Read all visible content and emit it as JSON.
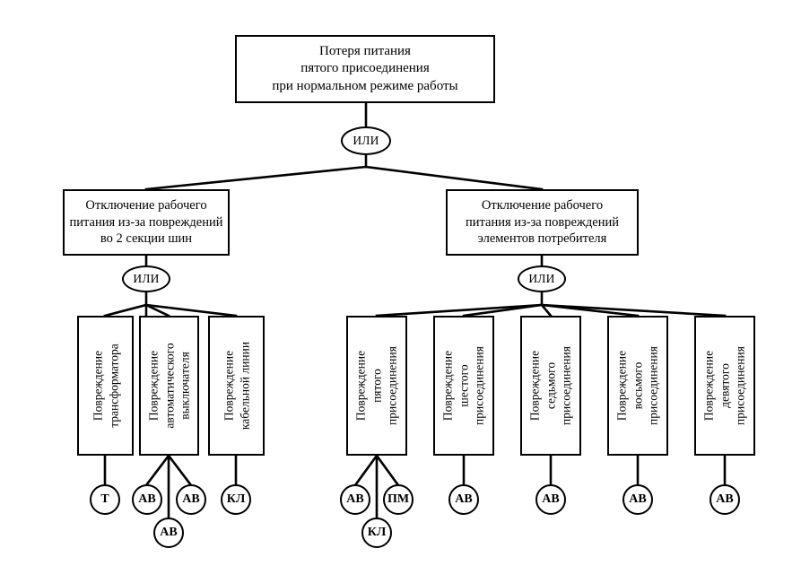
{
  "diagram": {
    "kind": "fault-tree",
    "language": "ru",
    "stroke_color": "#000000",
    "background_color": "#ffffff",
    "top_event": {
      "line1": "Потеря питания",
      "line2": "пятого присоединения",
      "line3": "при нормальном режиме работы"
    },
    "gates": {
      "root": "ИЛИ",
      "left_branch": "ИЛИ",
      "right_branch": "ИЛИ"
    },
    "intermediate": {
      "left": {
        "line1": "Отключение рабочего",
        "line2": "питания из-за повреждений",
        "line3": "во 2 секции шин"
      },
      "right": {
        "line1": "Отключение рабочего",
        "line2": "питания из-за повреждений",
        "line3": "элементов потребителя"
      }
    },
    "left_leaf_boxes": [
      {
        "line1": "Повреждение",
        "line2": "трансформатора",
        "line3": ""
      },
      {
        "line1": "Повреждение",
        "line2": "автоматического",
        "line3": "выключателя"
      },
      {
        "line1": "Повреждение",
        "line2": "кабельной линии",
        "line3": ""
      }
    ],
    "right_leaf_boxes": [
      {
        "line1": "Повреждение",
        "line2": "пятого",
        "line3": "присоединения"
      },
      {
        "line1": "Повреждение",
        "line2": "шестого",
        "line3": "присоединения"
      },
      {
        "line1": "Повреждение",
        "line2": "седьмого",
        "line3": "присоединения"
      },
      {
        "line1": "Повреждение",
        "line2": "восьмого",
        "line3": "присоединения"
      },
      {
        "line1": "Повреждение",
        "line2": "девятого",
        "line3": "присоединения"
      }
    ],
    "basic_events": {
      "left": [
        {
          "label": "Т"
        },
        {
          "label": "АВ"
        },
        {
          "label": "АВ"
        },
        {
          "label": "АВ"
        },
        {
          "label": "КЛ"
        }
      ],
      "right": [
        {
          "label": "АВ"
        },
        {
          "label": "ПМ"
        },
        {
          "label": "КЛ"
        },
        {
          "label": "АВ"
        },
        {
          "label": "АВ"
        },
        {
          "label": "АВ"
        },
        {
          "label": "АВ"
        }
      ]
    }
  }
}
